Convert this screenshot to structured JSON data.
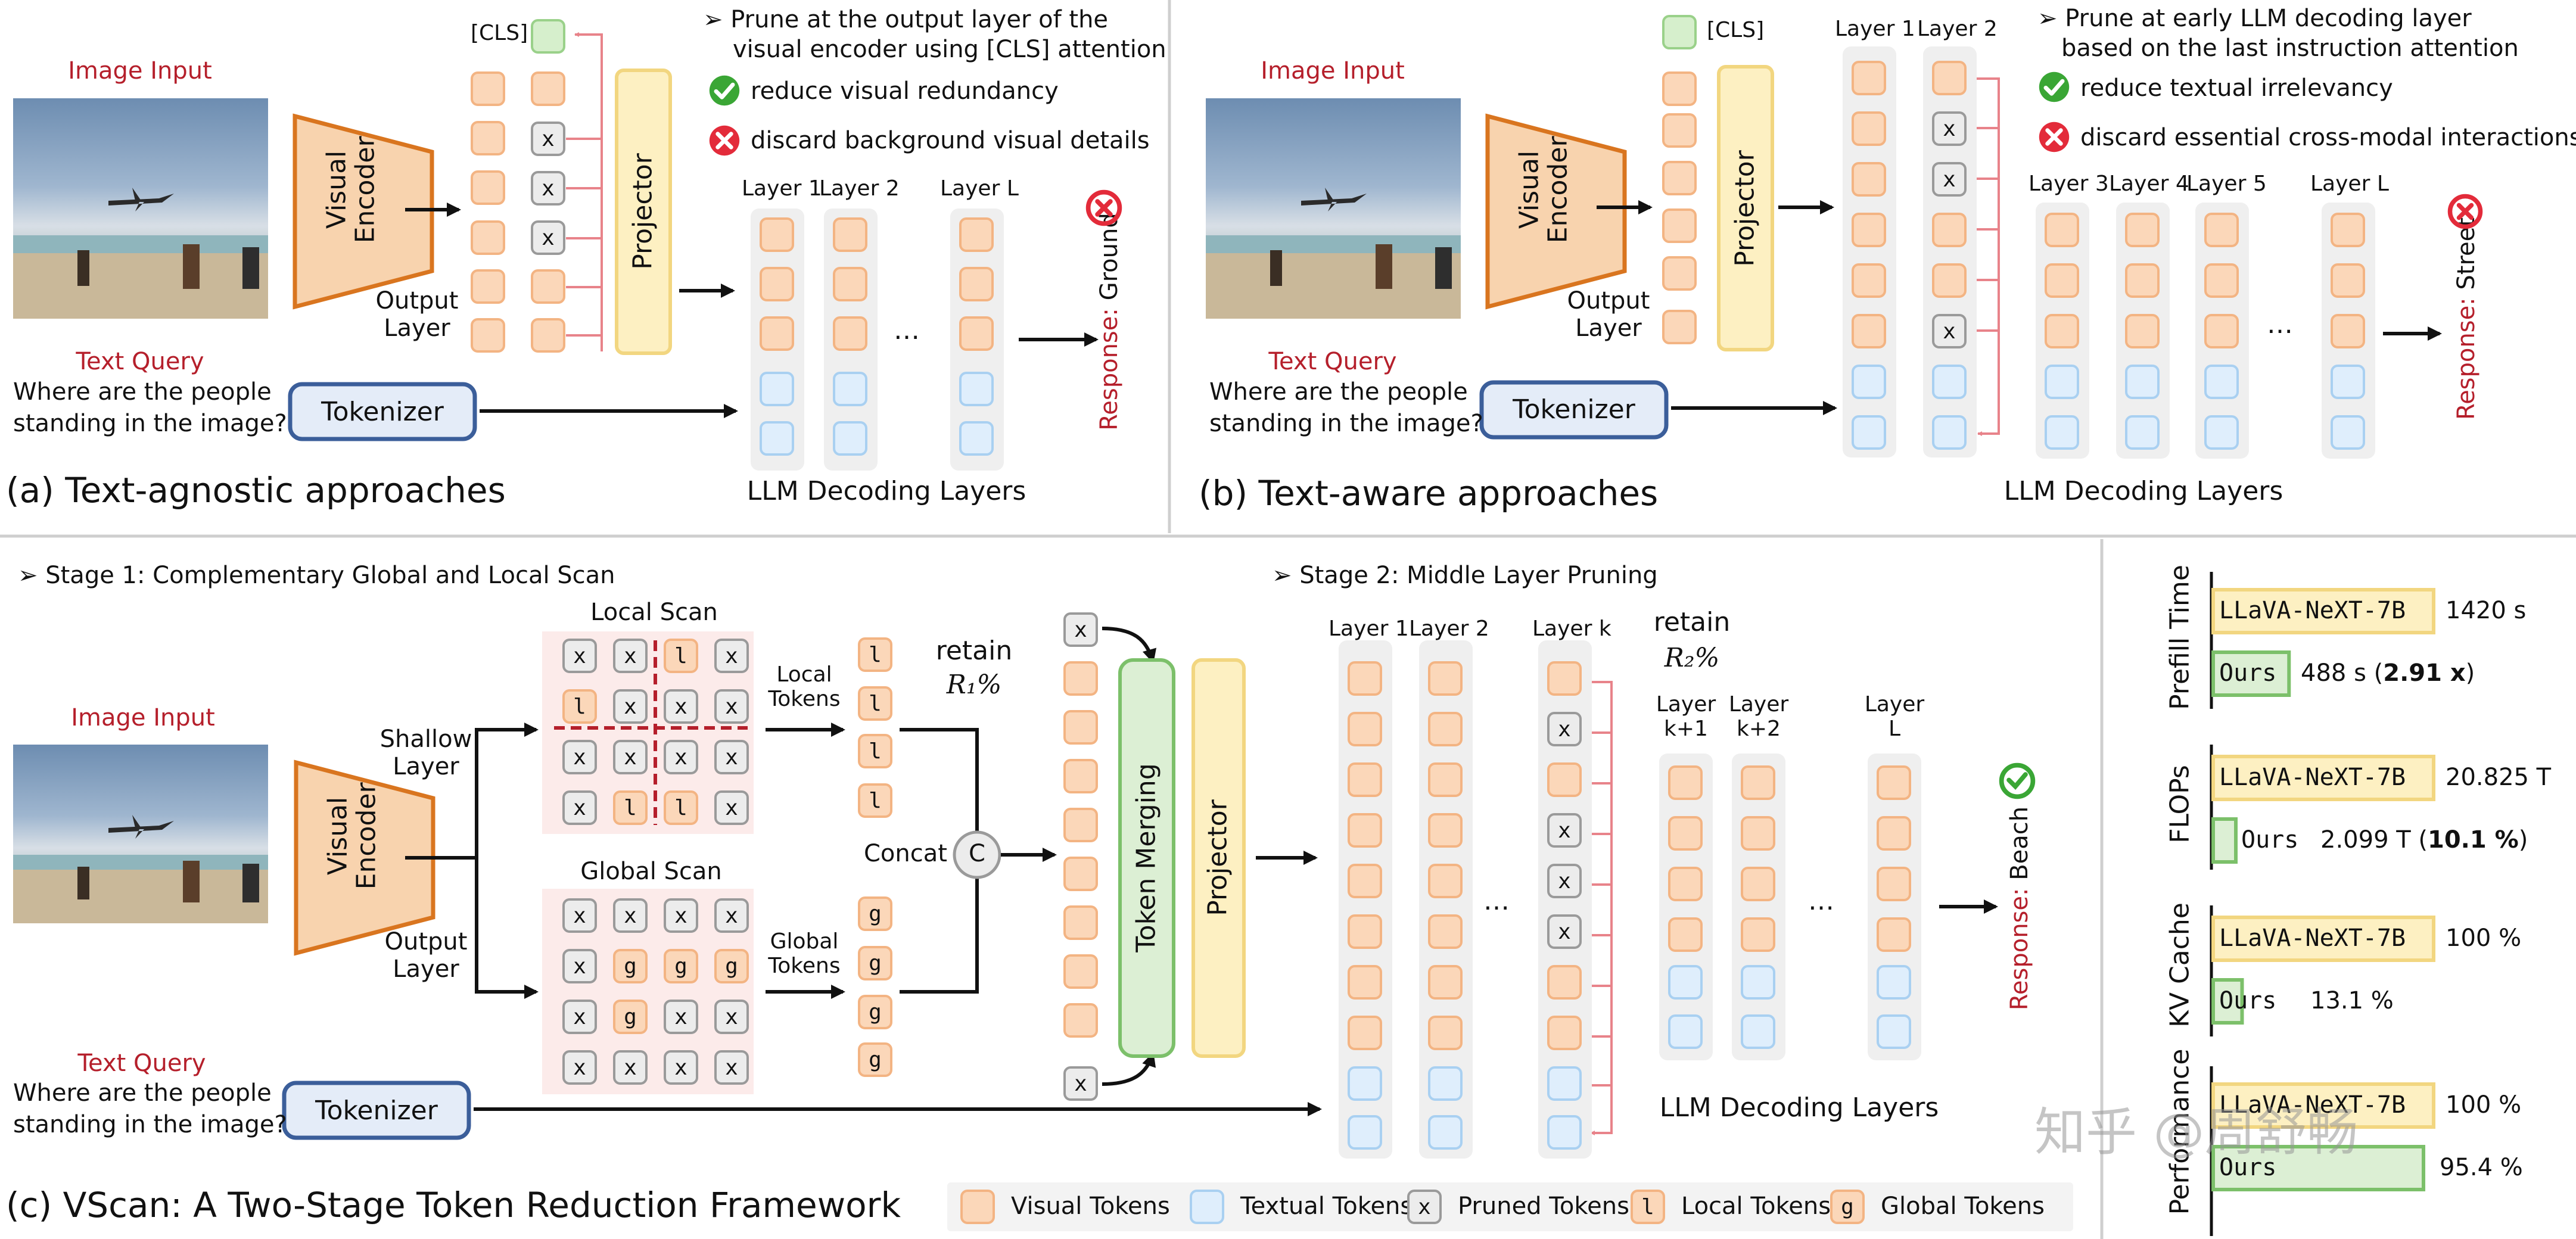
{
  "panel_a": {
    "title": "(a) Text-agnostic approaches",
    "image_input": "Image Input",
    "text_query_label": "Text Query",
    "text_query": [
      "Where are the people",
      "standing in the image?"
    ],
    "encoder": [
      "Visual",
      "Encoder"
    ],
    "output_layer": [
      "Output",
      "Layer"
    ],
    "cls": "[CLS]",
    "projector": "Projector",
    "tokenizer": "Tokenizer",
    "bullet": [
      "Prune at the output layer of the",
      "visual encoder using [CLS] attention"
    ],
    "pro": "reduce visual redundancy",
    "con": "discard background visual details",
    "layers": [
      "Layer 1",
      "Layer 2",
      "Layer L"
    ],
    "ellipsis": "…",
    "response_label": "Response:",
    "response": "Ground",
    "llm_label": "LLM Decoding Layers"
  },
  "panel_b": {
    "title": "(b) Text-aware approaches",
    "image_input": "Image Input",
    "text_query_label": "Text Query",
    "text_query": [
      "Where are the people",
      "standing in the image?"
    ],
    "encoder": [
      "Visual",
      "Encoder"
    ],
    "output_layer": [
      "Output",
      "Layer"
    ],
    "cls": "[CLS]",
    "projector": "Projector",
    "tokenizer": "Tokenizer",
    "bullet": [
      "Prune at early LLM decoding layer",
      "based on the last instruction attention"
    ],
    "pro": "reduce textual irrelevancy",
    "con": "discard essential cross-modal interactions",
    "layers_top": [
      "Layer 1",
      "Layer 2"
    ],
    "layers": [
      "Layer 3",
      "Layer 4",
      "Layer 5",
      "Layer L"
    ],
    "ellipsis": "…",
    "response_label": "Response:",
    "response": "Street",
    "llm_label": "LLM Decoding Layers"
  },
  "panel_c": {
    "title": "(c) VScan: A Two-Stage Token Reduction Framework",
    "stage1": "Stage 1: Complementary Global and Local Scan",
    "stage2": "Stage 2: Middle Layer Pruning",
    "image_input": "Image Input",
    "text_query_label": "Text Query",
    "text_query": [
      "Where are the people",
      "standing in the image?"
    ],
    "encoder": [
      "Visual",
      "Encoder"
    ],
    "shallow_layer": [
      "Shallow",
      "Layer"
    ],
    "output_layer": [
      "Output",
      "Layer"
    ],
    "local_scan": "Local Scan",
    "global_scan": "Global Scan",
    "local_tokens": [
      "Local",
      "Tokens"
    ],
    "global_tokens": [
      "Global",
      "Tokens"
    ],
    "local_grid": [
      [
        "x",
        "x",
        "l",
        "x"
      ],
      [
        "l",
        "x",
        "x",
        "x"
      ],
      [
        "x",
        "x",
        "x",
        "x"
      ],
      [
        "x",
        "l",
        "l",
        "x"
      ]
    ],
    "global_grid": [
      [
        "x",
        "x",
        "x",
        "x"
      ],
      [
        "x",
        "g",
        "g",
        "g"
      ],
      [
        "x",
        "g",
        "x",
        "x"
      ],
      [
        "x",
        "x",
        "x",
        "x"
      ]
    ],
    "retain1": [
      "retain",
      "R₁%"
    ],
    "retain2": [
      "retain",
      "R₂%"
    ],
    "concat": "Concat",
    "concat_symbol": "C",
    "token_merging": "Token Merging",
    "projector": "Projector",
    "tokenizer": "Tokenizer",
    "layers_top": [
      "Layer 1",
      "Layer 2",
      "Layer k"
    ],
    "layers": [
      [
        "Layer",
        "k+1"
      ],
      [
        "Layer",
        "k+2"
      ],
      [
        "Layer",
        "L"
      ]
    ],
    "ellipsis": "…",
    "response_label": "Response:",
    "response": "Beach",
    "llm_label": "LLM Decoding Layers",
    "x_mark": "x",
    "l_mark": "l",
    "g_mark": "g"
  },
  "legend": [
    {
      "kind": "v",
      "mark": "",
      "label": "Visual Tokens"
    },
    {
      "kind": "tx",
      "mark": "",
      "label": "Textual Tokens"
    },
    {
      "kind": "x",
      "mark": "x",
      "label": "Pruned Tokens"
    },
    {
      "kind": "l",
      "mark": "l",
      "label": "Local Tokens"
    },
    {
      "kind": "g",
      "mark": "g",
      "label": "Global Tokens"
    }
  ],
  "metrics": [
    {
      "metric": "Prefill Time",
      "base_label": "LLaVA-NeXT-7B",
      "base_value": "1420 s",
      "ours_label": "Ours",
      "ours_value": "488 s (",
      "ours_bold": "2.91 x",
      "ours_tail": ")",
      "ratio": 0.344
    },
    {
      "metric": "FLOPs",
      "base_label": "LLaVA-NeXT-7B",
      "base_value": "20.825 T",
      "ours_label": "Ours",
      "ours_value": "2.099 T (",
      "ours_bold": "10.1 %",
      "ours_tail": ")",
      "ratio": 0.101
    },
    {
      "metric": "KV Cache",
      "base_label": "LLaVA-NeXT-7B",
      "base_value": "100 %",
      "ours_label": "Ours",
      "ours_value": "13.1 %",
      "ours_bold": "",
      "ours_tail": "",
      "ratio": 0.131
    },
    {
      "metric": "Performance",
      "base_label": "LLaVA-NeXT-7B",
      "base_value": "100 %",
      "ours_label": "Ours",
      "ours_value": "95.4 %",
      "ours_bold": "",
      "ours_tail": "",
      "ratio": 0.954
    }
  ],
  "watermark": "知乎 @周舒畅",
  "colors": {
    "title_red": "#b51f2b",
    "encoder": "#f8d3ae",
    "encoder_border": "#d9751f",
    "projector": "#fdf0c2",
    "projector_border": "#f2d680",
    "merge": "#dcefd4",
    "merge_border": "#7cc06a",
    "tokenizer": "#e4ecf8",
    "tokenizer_border": "#3b5e9a",
    "check": "#3aa635",
    "cross": "#e32b3a",
    "arrow_red": "#e8838a"
  }
}
